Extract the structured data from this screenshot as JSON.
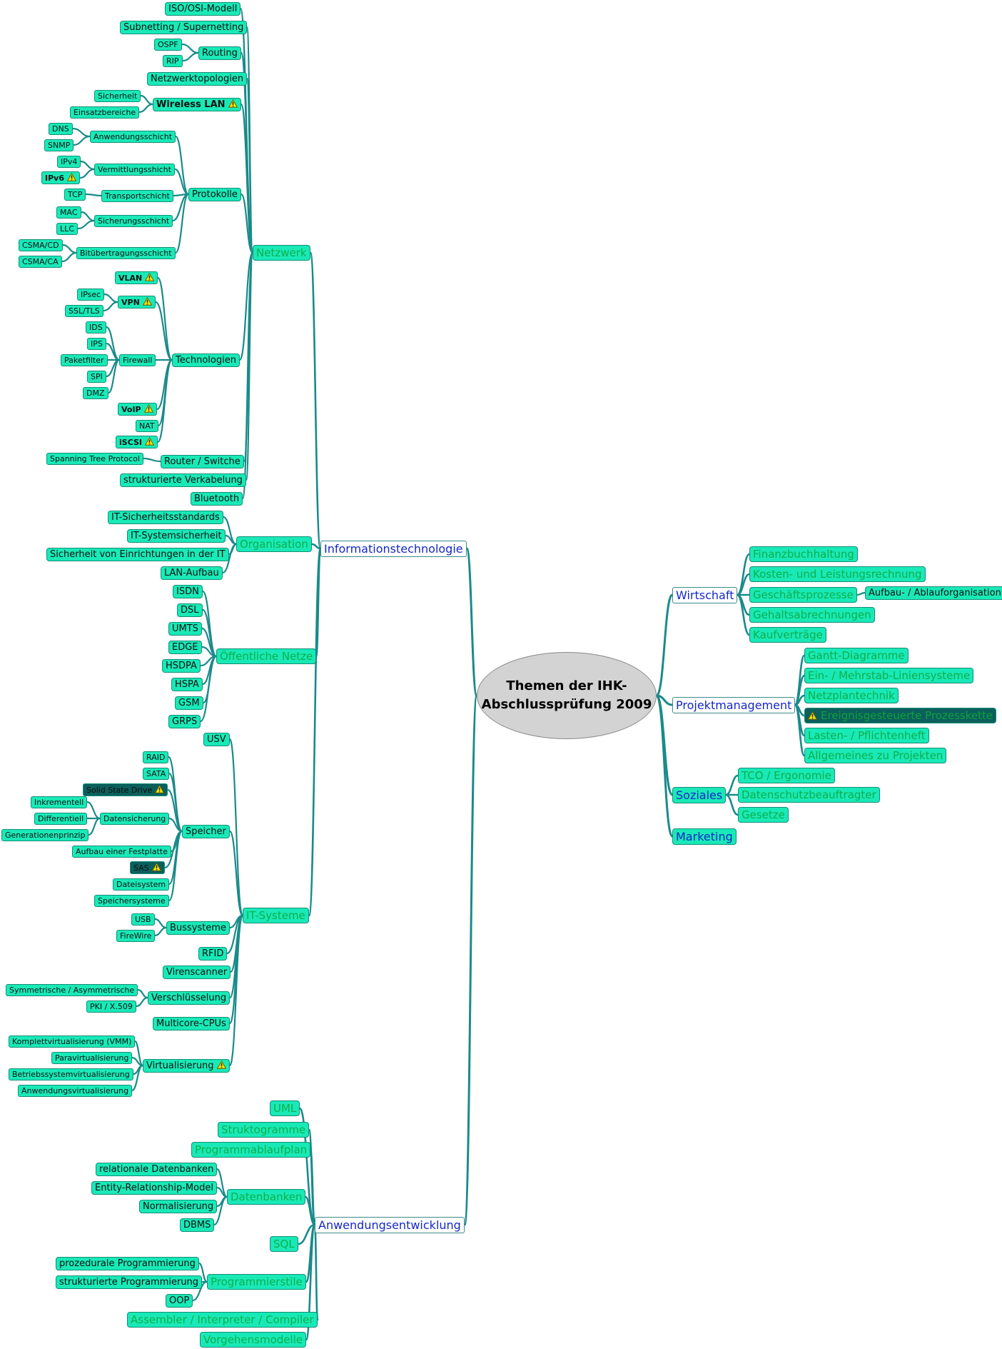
{
  "root": {
    "title_line1": "Themen der IHK-",
    "title_line2": "Abschlussprüfung 2009"
  },
  "colors": {
    "node_fill": "#19e9b7",
    "node_border": "#128f77",
    "link": "#1a8a8a",
    "main_text": "#1428c8",
    "green_text": "#0eaf4a",
    "dark_fill": "#0b5f5c",
    "center_fill": "#d3d3d3"
  },
  "icons": {
    "warning": "warning-icon"
  },
  "left": {
    "informationstechnologie": {
      "label": "Informationstechnologie",
      "netzwerk": {
        "label": "Netzwerk",
        "iso": "ISO/OSI-Modell",
        "subnetting": "Subnetting / Supernetting",
        "routing": {
          "label": "Routing",
          "items": [
            "OSPF",
            "RIP"
          ]
        },
        "topologien": "Netzwerktopologien",
        "wlan": {
          "label": "Wireless LAN",
          "items": [
            "Sicherheit",
            "Einsatzbereiche"
          ]
        },
        "protokolle": {
          "label": "Protokolle",
          "anwendung": {
            "label": "Anwendungsschicht",
            "items": [
              "DNS",
              "SNMP"
            ]
          },
          "vermittlung": {
            "label": "Vermittlungsshicht",
            "items": [
              "IPv4",
              "IPv6"
            ]
          },
          "transport": {
            "label": "Transportschicht",
            "items": [
              "TCP"
            ]
          },
          "sicherung": {
            "label": "Sicherungsschicht",
            "items": [
              "MAC",
              "LLC"
            ]
          },
          "bit": {
            "label": "Bitübertragungsschicht",
            "items": [
              "CSMA/CD",
              "CSMA/CA"
            ]
          }
        },
        "technologien": {
          "label": "Technologien",
          "vlan": "VLAN",
          "vpn": {
            "label": "VPN",
            "items": [
              "IPsec",
              "SSL/TLS"
            ]
          },
          "firewall": {
            "label": "Firewall",
            "items": [
              "IDS",
              "IPS",
              "Paketfilter",
              "SPI",
              "DMZ"
            ]
          },
          "voip": "VoIP",
          "nat": "NAT",
          "iscsi": "iSCSI"
        },
        "router": {
          "label": "Router / Switche",
          "items": [
            "Spanning Tree Protocol"
          ]
        },
        "verkabelung": "strukturierte Verkabelung",
        "bluetooth": "Bluetooth"
      },
      "organisation": {
        "label": "Organisation",
        "items": [
          "IT-Sicherheitsstandards",
          "IT-Systemsicherheit",
          "Sicherheit von Einrichtungen in der IT",
          "LAN-Aufbau"
        ]
      },
      "netze": {
        "label": "Öffentliche Netze",
        "items": [
          "ISDN",
          "DSL",
          "UMTS",
          "EDGE",
          "HSDPA",
          "HSPA",
          "GSM",
          "GRPS"
        ]
      },
      "systeme": {
        "label": "IT-Systeme",
        "usv": "USV",
        "speicher": {
          "label": "Speicher",
          "raid": "RAID",
          "sata": "SATA",
          "ssd": "Solid State Drive",
          "datensicherung": {
            "label": "Datensicherung",
            "items": [
              "Inkrementell",
              "Differentiell",
              "Generationenprinzip"
            ]
          },
          "festplatte": "Aufbau einer Festplatte",
          "sas": "SAS",
          "dateisystem": "Dateisystem",
          "speichersysteme": "Speichersysteme"
        },
        "bus": {
          "label": "Bussysteme",
          "items": [
            "USB",
            "FireWire"
          ]
        },
        "rfid": "RFID",
        "viren": "Virenscanner",
        "verschluesselung": {
          "label": "Verschlüsselung",
          "items": [
            "Symmetrische / Asymmetrische",
            "PKI / X.509"
          ]
        },
        "multicore": "Multicore-CPUs",
        "virtualisierung": {
          "label": "Virtualisierung",
          "items": [
            "Komplettvirtualisierung (VMM)",
            "Paravirtualisierung",
            "Betriebssystemvirtualisierung",
            "Anwendungsvirtualisierung"
          ]
        }
      }
    },
    "anwendungsentwicklung": {
      "label": "Anwendungsentwicklung",
      "uml": "UML",
      "strukto": "Struktogramme",
      "pap": "Programmablaufplan",
      "db": {
        "label": "Datenbanken",
        "items": [
          "relationale Datenbanken",
          "Entity-Relationship-Model",
          "Normalisierung",
          "DBMS"
        ]
      },
      "sql": "SQL",
      "stile": {
        "label": "Programmierstile",
        "items": [
          "prozedurale Programmierung",
          "strukturierte Programmierung",
          "OOP"
        ]
      },
      "assembler": "Assembler / Interpreter / Compiler",
      "vorgehen": "Vorgehensmodelle"
    }
  },
  "right": {
    "wirtschaft": {
      "label": "Wirtschaft",
      "items": [
        "Finanzbuchhaltung",
        "Kosten- und Leistungsrechnung",
        "Geschäftsprozesse",
        "Gehaltsabrechnungen",
        "Kaufverträge"
      ],
      "sub": "Aufbau- / Ablauforganisation"
    },
    "projekt": {
      "label": "Projektmanagement",
      "items": [
        "Gantt-Diagramme",
        "Ein- / Mehrstab-Liniensysteme",
        "Netzplantechnik",
        "Ereignisgesteuerte Prozesskette",
        "Lasten- / Pflichtenheft",
        "Allgemeines zu Projekten"
      ]
    },
    "soziales": {
      "label": "Soziales",
      "items": [
        "TCO / Ergonomie",
        "Datenschutzbeauftragter",
        "Gesetze"
      ]
    },
    "marketing": {
      "label": "Marketing"
    }
  }
}
